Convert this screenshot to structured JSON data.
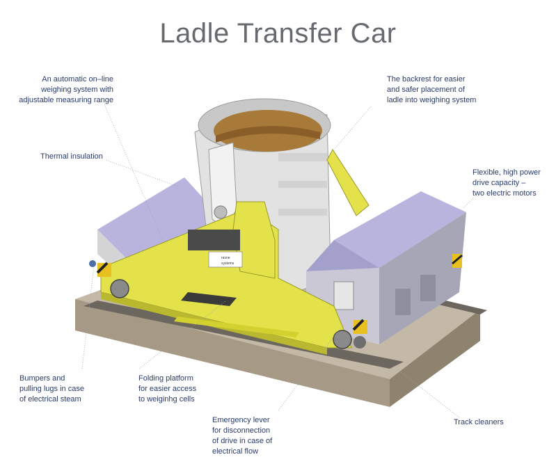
{
  "title": "Ladle Transfer Car",
  "callouts": [
    {
      "id": "weighing",
      "text": "An automatic on–line\nweighing system with\nadjustable measuring range"
    },
    {
      "id": "backrest",
      "text": "The backrest for easier\nand safer placement of\nladle into weighing system"
    },
    {
      "id": "thermal",
      "text": "Thermal insulation"
    },
    {
      "id": "drive",
      "text": "Flexible, high power\ndrive capacity –\ntwo electric motors"
    },
    {
      "id": "bumpers",
      "text": "Bumpers and\npulling lugs in case\nof electrical steam"
    },
    {
      "id": "folding",
      "text": "Folding platform\nfor easier access\nto weiginhg cells"
    },
    {
      "id": "emergency",
      "text": "Emergency lever\nfor disconnection\nof drive in case of\nelectrical flow"
    },
    {
      "id": "track",
      "text": "Track cleaners"
    }
  ],
  "logo_text": [
    "ravne",
    "systems"
  ],
  "colors": {
    "frame_yellow": "#e3e24a",
    "frame_shadow": "#b9b82e",
    "panel_lavender": "#b8b4de",
    "ladle_grey": "#e2e2e2",
    "ladle_interior": "#a87a3a",
    "rail_base": "#a69a86",
    "label_blue": "#283a6a"
  }
}
